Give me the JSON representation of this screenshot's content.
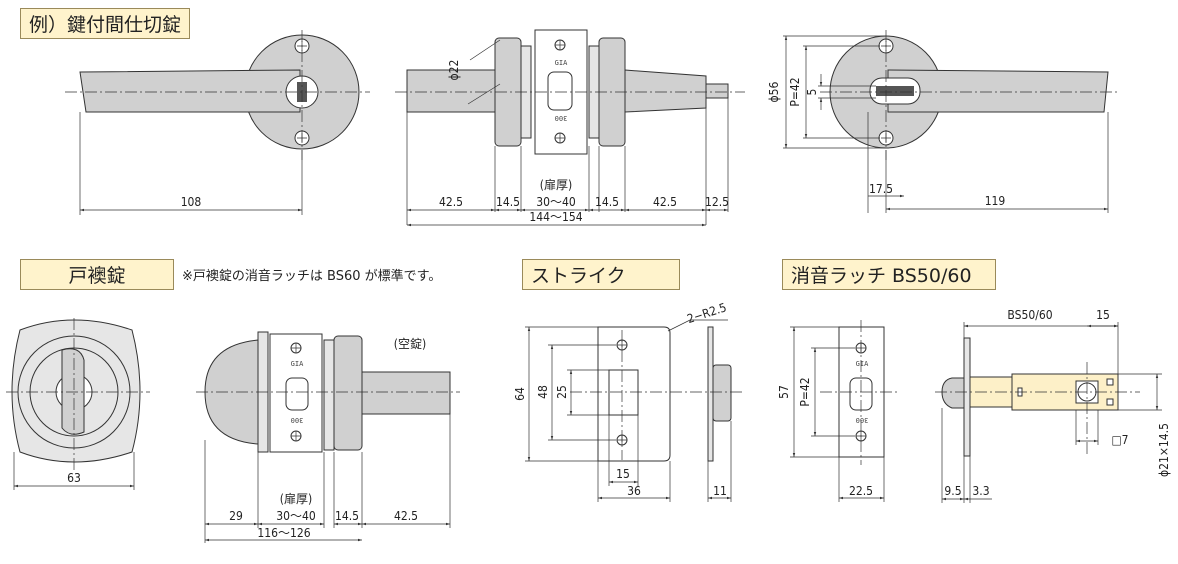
{
  "labels": {
    "lever_lock": "例）鍵付間仕切錠",
    "sliding_door_lock": "戸襖錠",
    "strike": "ストライク",
    "silent_latch": "消音ラッチ BS50/60"
  },
  "note": "※戸襖錠の消音ラッチは BS60 が標準です。",
  "markings": {
    "gia": "GIA",
    "num": "300"
  },
  "dims": {
    "d108": "108",
    "d22": "ϕ22",
    "d42_5a": "42.5",
    "d14_5a": "14.5",
    "door_thickness_a": "(扉厚)",
    "d30_40a": "30〜40",
    "d14_5b": "14.5",
    "d42_5b": "42.5",
    "d12_5": "12.5",
    "d144_154": "144〜154",
    "d56": "ϕ56",
    "p42a": "P=42",
    "d5": "5",
    "d17_5": "17.5",
    "d119": "119",
    "d63": "63",
    "empty_lock": "(空錠)",
    "d29": "29",
    "door_thickness_b": "(扉厚)",
    "d30_40b": "30〜40",
    "d14_5c": "14.5",
    "d42_5c": "42.5",
    "d116_126": "116〜126",
    "r2_5": "2−R2.5",
    "d64": "64",
    "d48": "48",
    "d25": "25",
    "d15": "15",
    "d36": "36",
    "d11": "11",
    "d57": "57",
    "p42b": "P=42",
    "d22_5": "22.5",
    "bs50_60": "BS50/60",
    "d15b": "15",
    "sq7": "□7",
    "d21x14_5": "ϕ21×14.5",
    "d9_5": "9.5",
    "d3_3": "3.3"
  }
}
